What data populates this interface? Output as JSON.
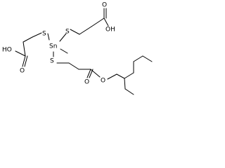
{
  "molecule": {
    "atoms": {
      "oh_top": "OH",
      "o_top": "O",
      "s_top": "S",
      "sn": "Sn",
      "s_left": "S",
      "oh_left": "HO",
      "o_left": "O",
      "s_bottom": "S",
      "o_ester_carbonyl": "O",
      "o_ester": "O"
    }
  },
  "colors": {
    "bond": "#000000",
    "background": "#ffffff"
  }
}
